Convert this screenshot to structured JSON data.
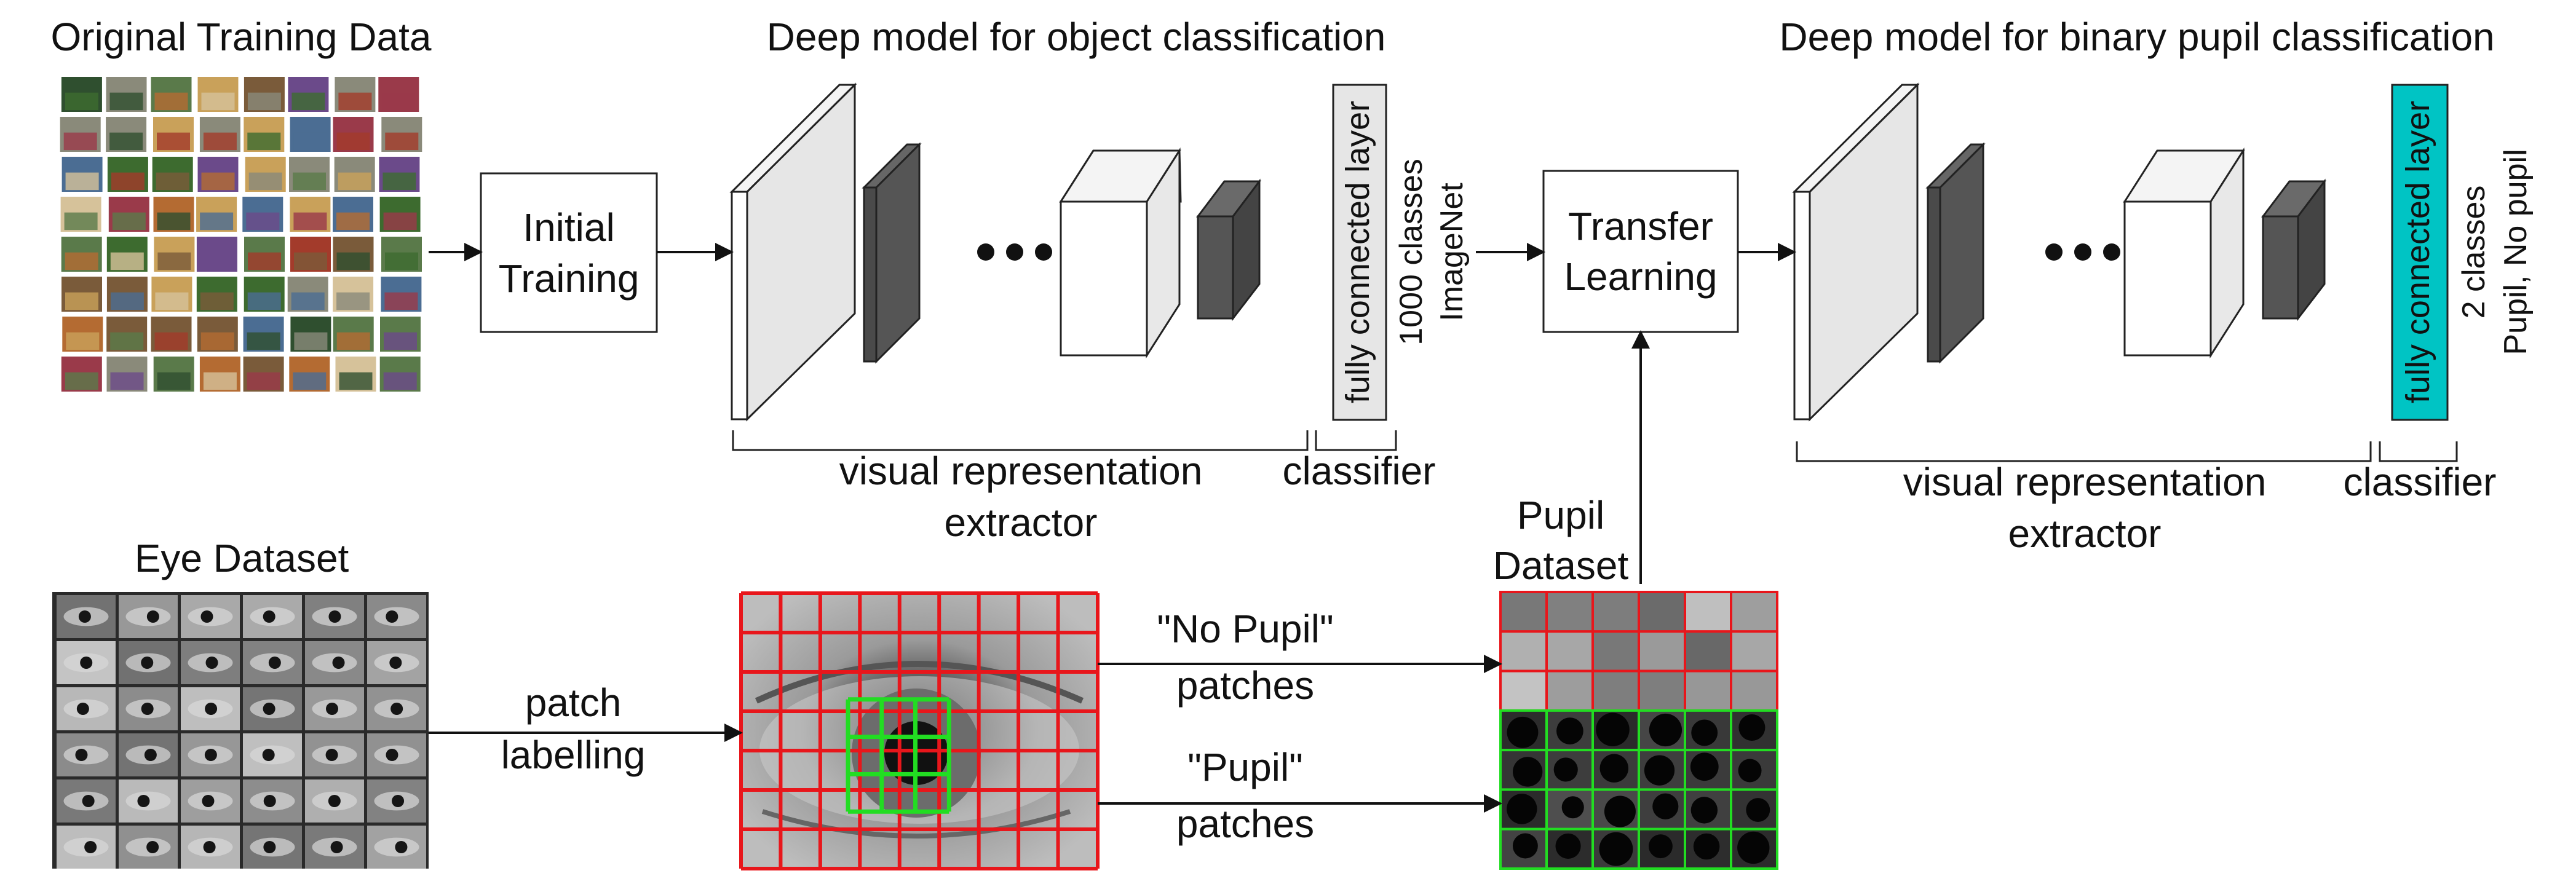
{
  "titles": {
    "training_data": "Original Training Data",
    "object_model": "Deep model for object classification",
    "pupil_model": "Deep model for binary pupil classification",
    "eye_dataset": "Eye Dataset"
  },
  "boxes": {
    "initial_training": [
      "Initial",
      "Training"
    ],
    "transfer_learning": [
      "Transfer",
      "Learning"
    ]
  },
  "layers": {
    "fc_object": "fully connected layer",
    "fc_pupil": "fully connected layer"
  },
  "labels": {
    "imagenet_classes": [
      "1000 classes",
      "ImageNet"
    ],
    "pupil_classes": [
      "2 classes",
      "Pupil, No pupil"
    ],
    "extractor_object": [
      "visual representation",
      "extractor"
    ],
    "classifier_object": "classifier",
    "extractor_pupil": [
      "visual representation",
      "extractor"
    ],
    "classifier_pupil": "classifier",
    "pupil_dataset": [
      "Pupil",
      "Dataset"
    ],
    "patch_labelling": [
      "patch",
      "labelling"
    ],
    "no_pupil_patches": [
      "\"No Pupil\"",
      "patches"
    ],
    "pupil_patches": [
      "\"Pupil\"",
      "patches"
    ]
  },
  "colors": {
    "fc_pupil_fill": "#00c4c4",
    "fc_object_fill": "#e6e6e6",
    "grid_red": "#e8161b",
    "grid_green": "#22dd22",
    "dark_layer": "#555555",
    "light_layer": "#e8e8e8"
  },
  "icons": [
    "right-arrow-icon",
    "ellipsis-icon"
  ]
}
